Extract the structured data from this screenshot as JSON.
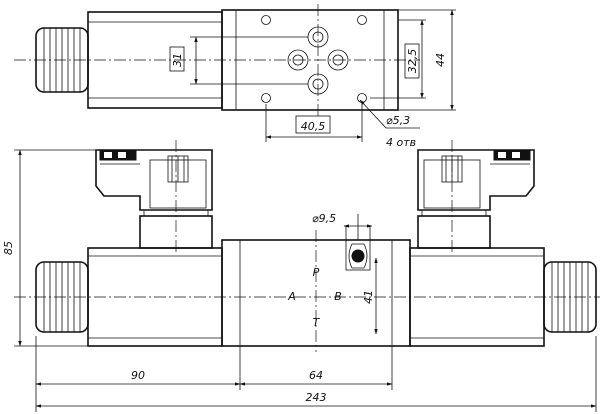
{
  "dimensions": {
    "d31": "31",
    "d44": "44",
    "d32_5": "32,5",
    "d40_5": "40,5",
    "hole_dia": "⌀5,3",
    "hole_count": "4 отв",
    "port_dia": "⌀9,5",
    "d41": "41",
    "d85": "85",
    "d90": "90",
    "d64": "64",
    "d243": "243"
  },
  "ports": {
    "p": "P",
    "a": "A",
    "b": "B",
    "t": "T"
  }
}
